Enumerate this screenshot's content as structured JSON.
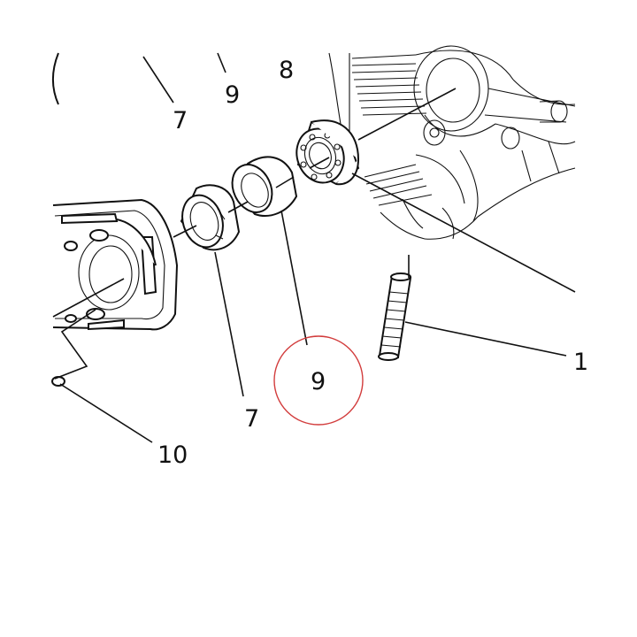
{
  "labels": {
    "top_7": "7",
    "top_9": "9",
    "top_8": "8",
    "bottom_7": "7",
    "bottom_9": "9",
    "right_1": "1",
    "bottom_10": "10"
  },
  "colors": {
    "line": "#111111",
    "highlight_circle": "#d23c3c",
    "background": "#ffffff"
  }
}
